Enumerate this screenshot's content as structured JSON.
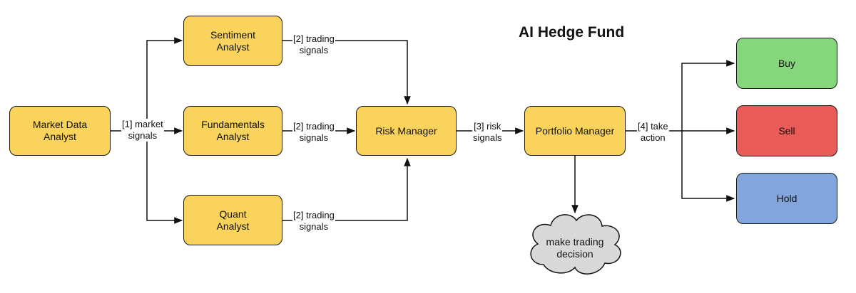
{
  "title": "AI Hedge Fund",
  "nodes": {
    "market_data": "Market Data\nAnalyst",
    "sentiment": "Sentiment\nAnalyst",
    "fundamentals": "Fundamentals\nAnalyst",
    "quant": "Quant\nAnalyst",
    "risk": "Risk Manager",
    "portfolio": "Portfolio Manager",
    "buy": "Buy",
    "sell": "Sell",
    "hold": "Hold"
  },
  "cloud": "make trading\ndecision",
  "edges": {
    "market_signals": "[1] market\nsignals",
    "trading_signals_top": "[2] trading\nsignals",
    "trading_signals_mid": "[2] trading\nsignals",
    "trading_signals_bottom": "[2] trading\nsignals",
    "risk_signals": "[3] risk\nsignals",
    "take_action": "[4] take\naction"
  },
  "colors": {
    "agent": "#f9d35b",
    "buy": "#86d67e",
    "sell": "#e95c59",
    "hold": "#82a6db",
    "cloud": "#d9d9d9"
  }
}
